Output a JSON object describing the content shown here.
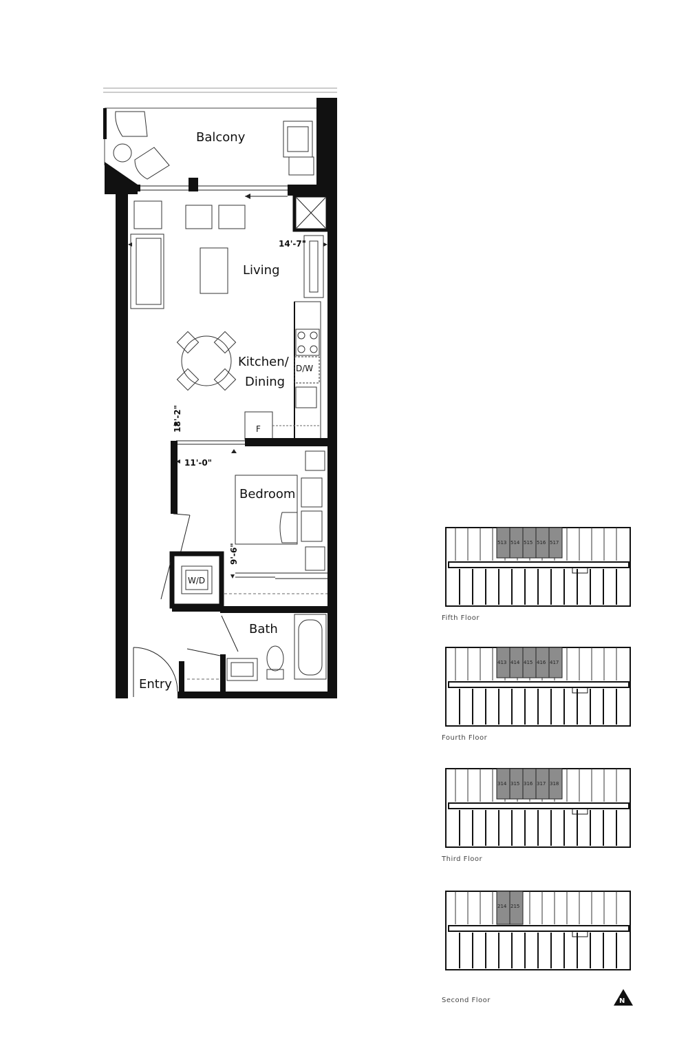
{
  "plan": {
    "rooms": {
      "balcony": "Balcony",
      "living": "Living",
      "kitchen_line1": "Kitchen/",
      "kitchen_line2": "Dining",
      "bedroom": "Bedroom",
      "bath": "Bath",
      "entry": "Entry"
    },
    "appliances": {
      "dishwasher": "D/W",
      "fridge": "F",
      "washer_dryer": "W/D"
    },
    "dimensions": {
      "living_width": "14'-7\"",
      "kitchen_length": "18'-2\"",
      "bedroom_width": "11'-0\"",
      "bedroom_length": "9'-6\""
    }
  },
  "keyplans": [
    {
      "caption": "Fifth Floor",
      "units": [
        "513",
        "514",
        "515",
        "516",
        "517"
      ]
    },
    {
      "caption": "Fourth Floor",
      "units": [
        "413",
        "414",
        "415",
        "416",
        "417"
      ]
    },
    {
      "caption": "Third Floor",
      "units": [
        "314",
        "315",
        "316",
        "317",
        "318"
      ]
    },
    {
      "caption": "Second Floor",
      "units": [
        "214",
        "215"
      ]
    }
  ],
  "north_arrow": {
    "label": "N",
    "icon": "north-arrow-icon"
  },
  "colors": {
    "highlight_units": "#8c8c8c",
    "walls": "#111111"
  }
}
